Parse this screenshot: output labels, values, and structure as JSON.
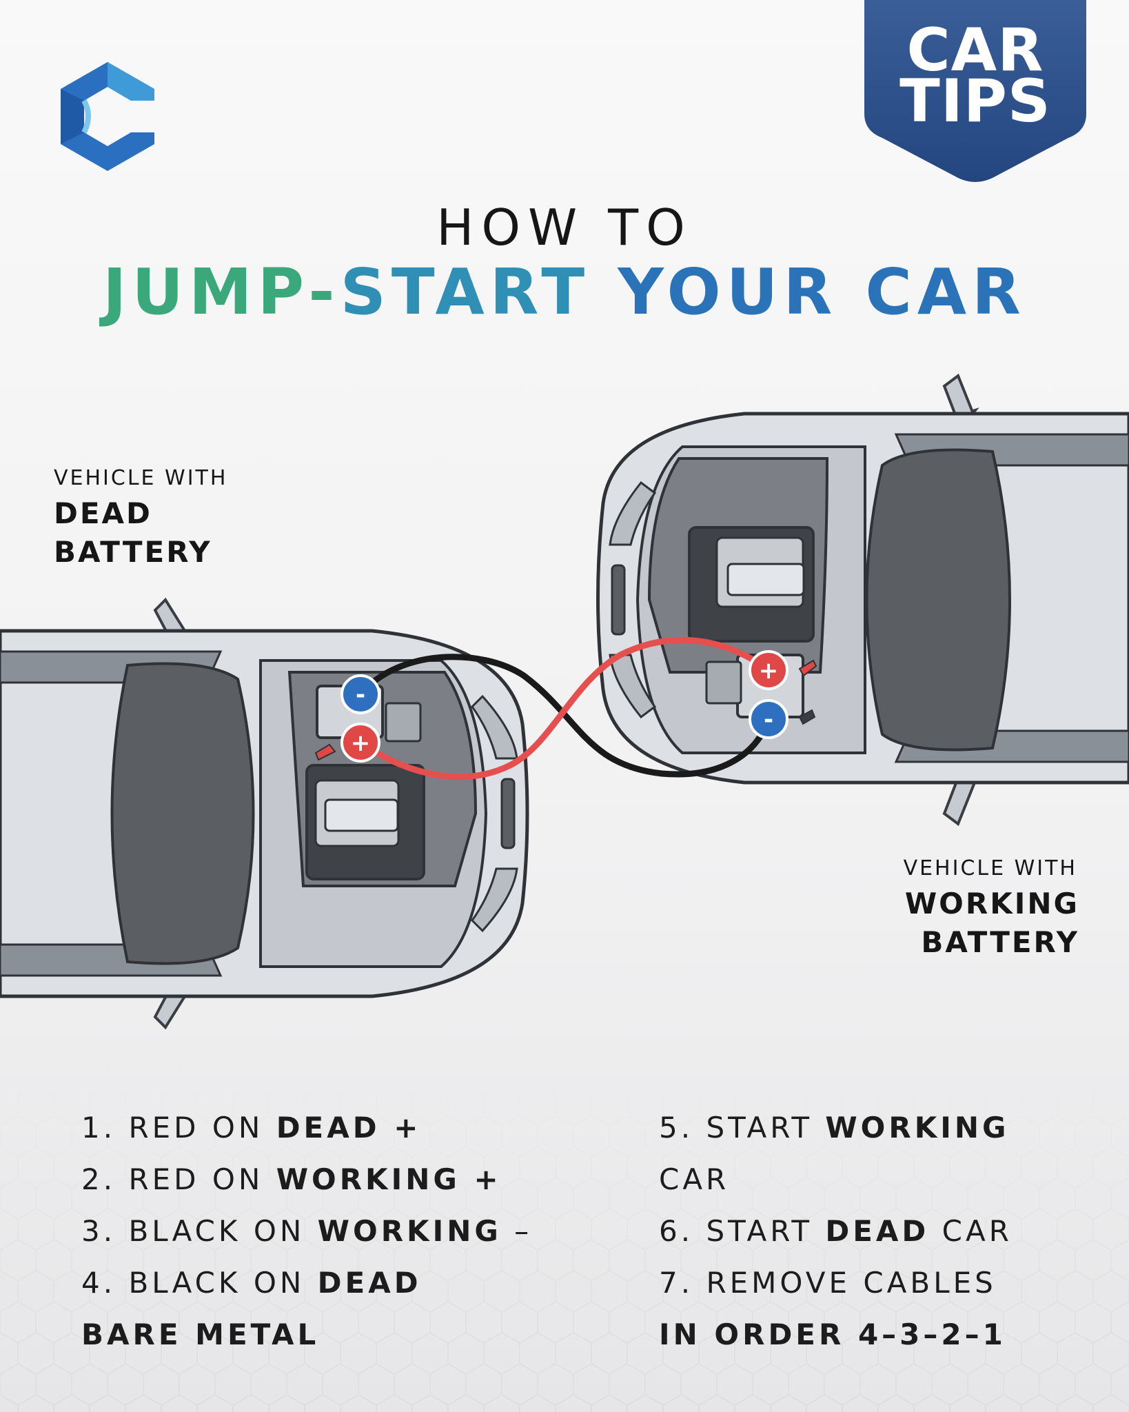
{
  "badge": {
    "line1": "CAR",
    "line2": "TIPS",
    "color": "#2d4f8a"
  },
  "logo": {
    "icon": "brand-c-logo",
    "color": "#2a6fc0"
  },
  "header": {
    "prefix": "HOW TO",
    "title_part1": "JUMP-",
    "title_part2": "START ",
    "title_part3": "YOUR CAR"
  },
  "labels": {
    "dead": {
      "small": "VEHICLE WITH",
      "big1": "DEAD",
      "big2": "BATTERY"
    },
    "working": {
      "small": "VEHICLE WITH",
      "big1": "WORKING",
      "big2": "BATTERY"
    }
  },
  "terminals": {
    "plus": "+",
    "minus": "-"
  },
  "colors": {
    "red_cable": "#e5504f",
    "black_cable": "#1a1a1a",
    "plus_terminal": "#e04848",
    "minus_terminal": "#2f6fc0"
  },
  "steps_left": [
    {
      "num": "1. ",
      "a": "RED ON ",
      "b": "DEAD +",
      "c": ""
    },
    {
      "num": "2. ",
      "a": "RED ON ",
      "b": "WORKING +",
      "c": ""
    },
    {
      "num": "3. ",
      "a": "BLACK ON ",
      "b": "WORKING",
      "c": " –"
    },
    {
      "num": "4. ",
      "a": "BLACK ON ",
      "b": "DEAD",
      "c": ""
    },
    {
      "num": "",
      "a": "",
      "b": "BARE METAL",
      "c": ""
    }
  ],
  "steps_right": [
    {
      "num": "5. ",
      "a": "START ",
      "b": "WORKING",
      "c": ""
    },
    {
      "num": "",
      "a": "CAR",
      "b": "",
      "c": ""
    },
    {
      "num": "6. ",
      "a": "START ",
      "b": "DEAD",
      "c": " CAR"
    },
    {
      "num": "7. ",
      "a": "REMOVE CABLES",
      "b": "",
      "c": ""
    },
    {
      "num": "",
      "a": "",
      "b": "IN ORDER 4–3–2–1",
      "c": ""
    }
  ]
}
